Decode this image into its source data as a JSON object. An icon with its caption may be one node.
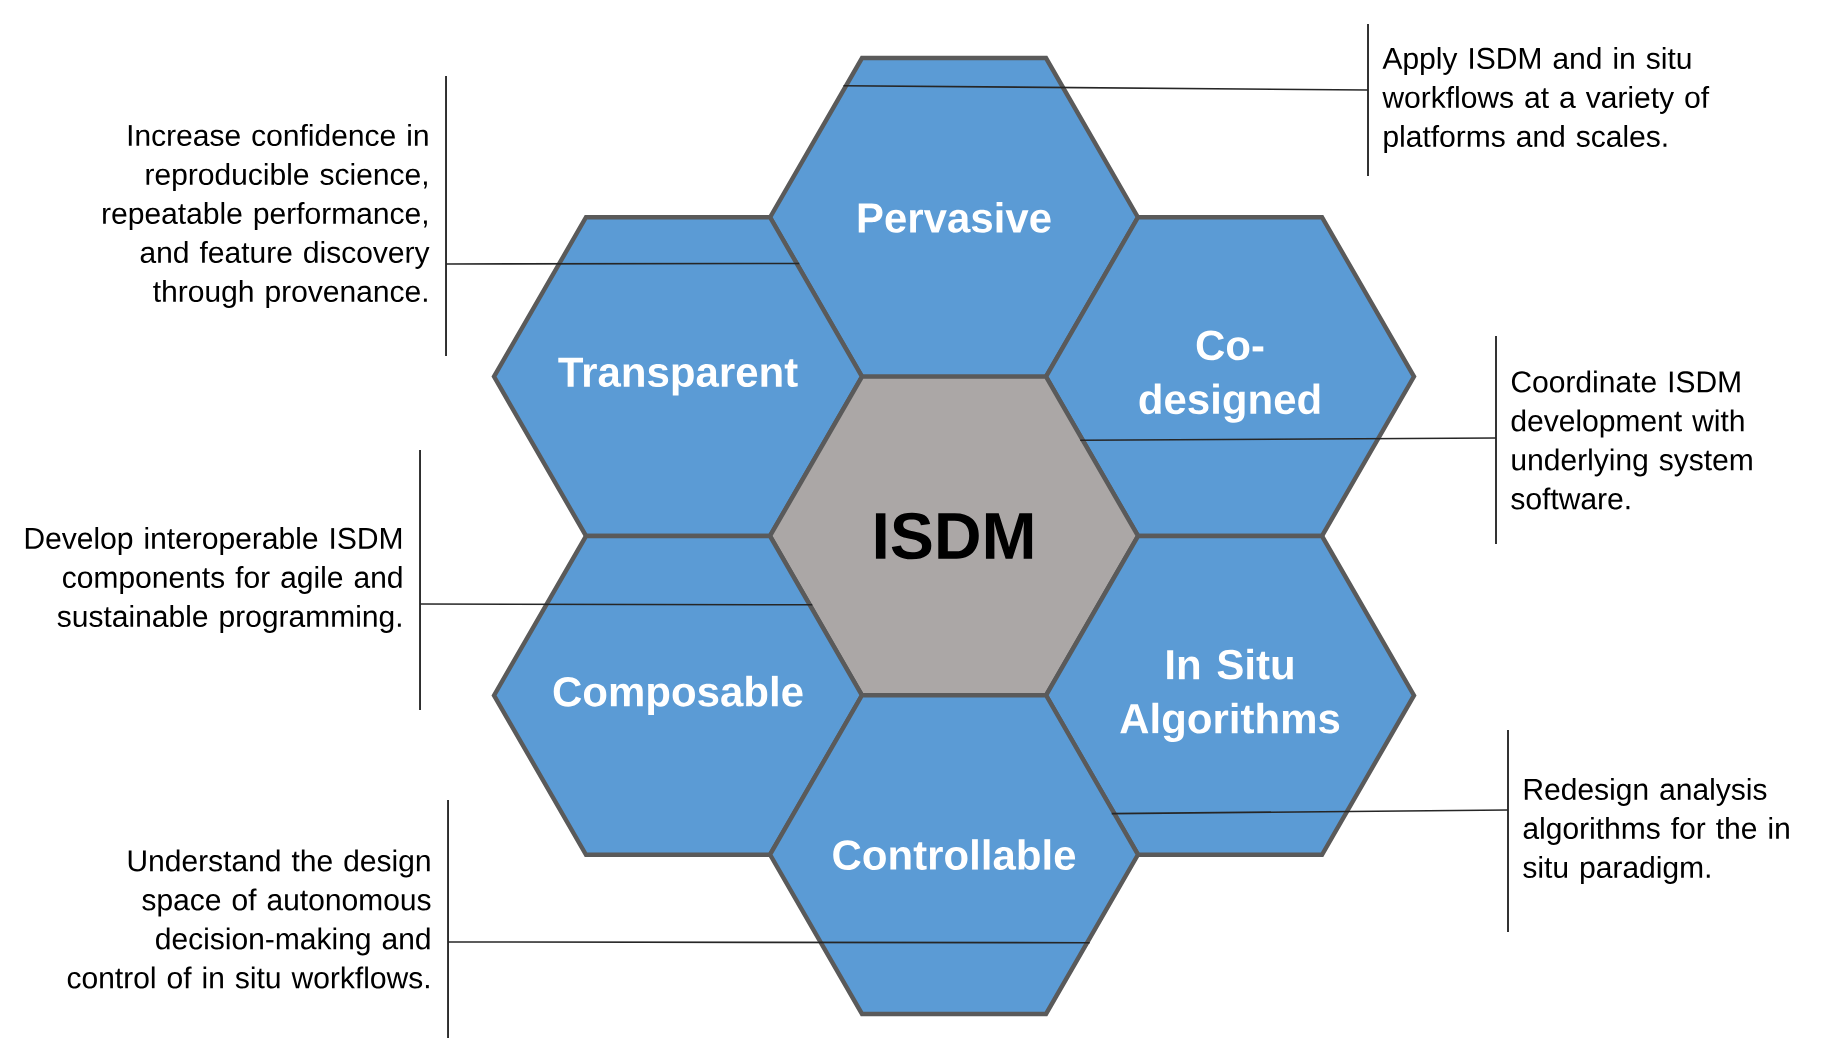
{
  "diagram": {
    "nodes": [
      {
        "text": [
          "Pervasive"
        ]
      },
      {
        "text": [
          "Transparent"
        ]
      },
      {
        "text": [
          "Co-designed"
        ]
      },
      {
        "text": [
          "ISDM"
        ]
      },
      {
        "text": [
          "Composable"
        ]
      },
      {
        "text": [
          "In Situ Algorithms"
        ]
      },
      {
        "text": [
          "Controllable"
        ]
      },
      {
        "text": [
          "Increase confidence in reproducible science, repeatable performance, and feature discovery through provenance."
        ]
      },
      {
        "text": [
          "Apply ISDM and in situ workflows at a variety of platforms and scales."
        ]
      },
      {
        "text": [
          "Coordinate ISDM development with underlying system software."
        ]
      },
      {
        "text": [
          "Develop interoperable ISDM components for agile and sustainable programming."
        ]
      },
      {
        "text": [
          "Redesign analysis algorithms for the in situ paradigm."
        ]
      },
      {
        "text": [
          "Understand the design space of autonomous decision-making and control of in situ workflows."
        ]
      }
    ],
    "edges": [
      {
        "from": 7,
        "to": 1,
        "arrow": "none"
      },
      {
        "from": 8,
        "to": 0,
        "arrow": "none"
      },
      {
        "from": 9,
        "to": 2,
        "arrow": "none"
      },
      {
        "from": 10,
        "to": 4,
        "arrow": "none"
      },
      {
        "from": 11,
        "to": 5,
        "arrow": "none"
      },
      {
        "from": 12,
        "to": 6,
        "arrow": "none"
      }
    ]
  }
}
